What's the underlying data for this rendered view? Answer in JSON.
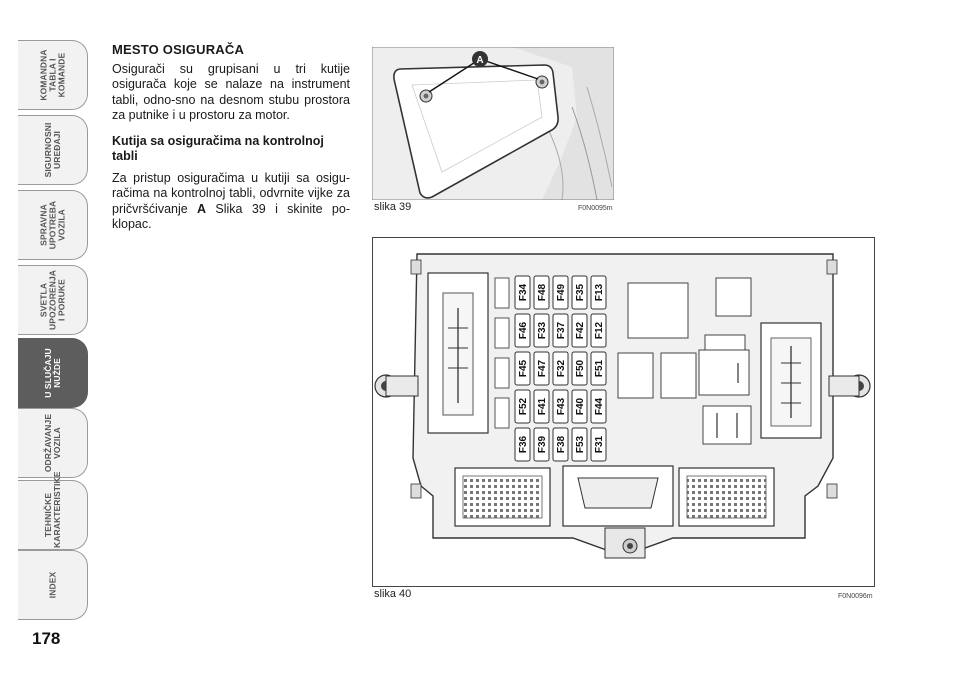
{
  "tabs": [
    {
      "label": "KOMANDNA\nTABLA I\nKOMANDE",
      "active": false
    },
    {
      "label": "SIGURNOSNI\nUREĐAJI",
      "active": false
    },
    {
      "label": "SPRAVNA\nUPOTREBA\nVOZILA",
      "active": false
    },
    {
      "label": "SVETLA\nUPOZORENJA\nI PORUKE",
      "active": false
    },
    {
      "label": "U SLUČAJU\nNUŽDE",
      "active": true
    },
    {
      "label": "ODRŽAVANJE\nVOZILA",
      "active": false
    },
    {
      "label": "TEHNIČKE\nKARAKTERISTIKE",
      "active": false
    },
    {
      "label": "INDEX",
      "active": false
    }
  ],
  "page_number": "178",
  "content": {
    "title": "MESTO OSIGURAČA",
    "intro": "Osigurači su grupisani u tri kutije osigurača koje se nalaze na instrument tabli, odno-sno na desnom stubu prostora za putnike i u prostoru za motor.",
    "subtitle": "Kutija sa osiguračima na kontrolnoj tabli",
    "instr_part1": "Za pristup osiguračima u kutiji sa osigu-račima na kontrolnoj tabli, odvrnite vijke za pričvršćivanje ",
    "instr_bold": "A",
    "instr_part2": " Slika 39 i skinite po-klopac."
  },
  "figures": {
    "fig39": {
      "caption": "slika 39",
      "code": "F0N0095m",
      "callout": "A"
    },
    "fig40": {
      "caption": "slika 40",
      "code": "F0N0096m"
    }
  },
  "fuse_columns": [
    [
      "F34",
      "F46",
      "F45",
      "F52",
      "F36"
    ],
    [
      "F48",
      "F33",
      "F47",
      "F41",
      "F39"
    ],
    [
      "F49",
      "F37",
      "F32",
      "F43",
      "F38"
    ],
    [
      "F35",
      "F42",
      "F50",
      "F40",
      "F53"
    ],
    [
      "F13",
      "F12",
      "F51",
      "F44",
      "F31"
    ]
  ]
}
